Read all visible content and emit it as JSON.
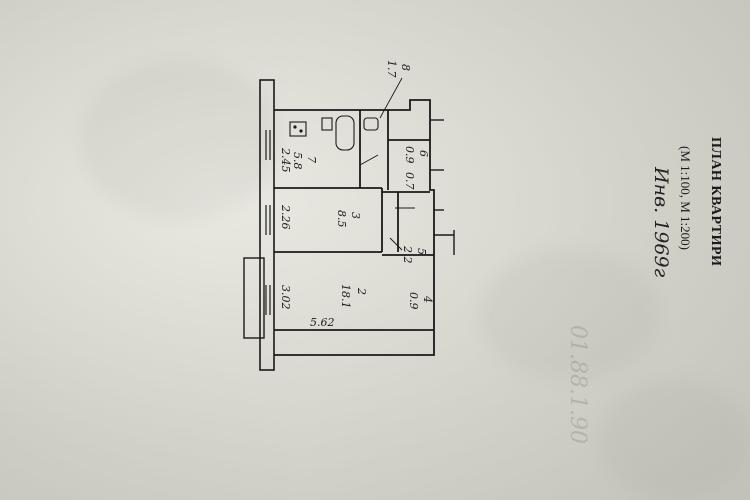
{
  "title": "ПЛАН КВАРТИРИ",
  "scale": "(М 1:100, М 1:200)",
  "inventory": "Инв. 1969г",
  "faint_stamp": "01.88.1.90",
  "rooms": [
    {
      "number": "7",
      "area": "5.8",
      "width": "2.45"
    },
    {
      "number": "3",
      "area": "8.5",
      "width": "2.26"
    },
    {
      "number": "2",
      "area": "18.1",
      "width": "3.02"
    }
  ],
  "bath": {
    "number": "8",
    "area": "1.7"
  },
  "toilet": {
    "number": "6",
    "area": "0.9",
    "width": "0.7"
  },
  "corridor": {
    "number": "5",
    "area": "2.2"
  },
  "closet": {
    "number": "4",
    "area": "0.9"
  },
  "length": "5.62"
}
